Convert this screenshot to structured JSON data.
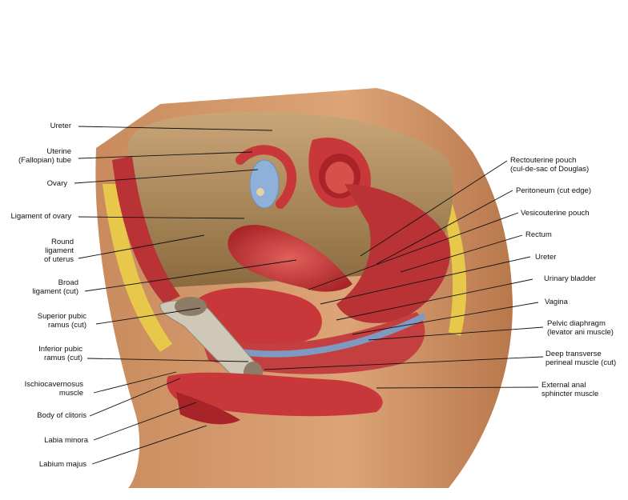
{
  "figure": {
    "labels": {
      "ureter_left": "Ureter",
      "uterine_tube": "Uterine\n(Fallopian) tube",
      "ovary": "Ovary",
      "ligament_of_ovary": "Ligament of ovary",
      "round_ligament": "Round\nligament\nof uterus",
      "broad_ligament": "Broad\nligament (cut)",
      "superior_pubic_ramus": "Superior pubic\nramus (cut)",
      "inferior_pubic_ramus": "Inferior pubic\nramus (cut)",
      "ischiocavernosus": "Ischiocavernosus\nmuscle",
      "body_of_clitoris": "Body of clitoris",
      "labia_minora": "Labia minora",
      "labium_majus": "Labium majus",
      "rectouterine_pouch": "Rectouterine pouch\n(cul-de-sac of Douglas)",
      "peritoneum": "Peritoneum (cut edge)",
      "vesicouterine_pouch": "Vesicouterine pouch",
      "rectum": "Rectum",
      "ureter_right": "Ureter",
      "urinary_bladder": "Urinary bladder",
      "vagina": "Vagina",
      "pelvic_diaphragm": "Pelvic diaphragm\n(levator ani muscle)",
      "deep_transverse": "Deep transverse\nperineal muscle (cut)",
      "external_anal": "External anal\nsphincter muscle"
    },
    "colors": {
      "skin": "#d89b6d",
      "muscle": "#c8383a",
      "fat": "#e8c84a",
      "bone": "#cfc8b8",
      "ovary": "#8fb0d8",
      "background_cavity": "#b59060"
    }
  }
}
